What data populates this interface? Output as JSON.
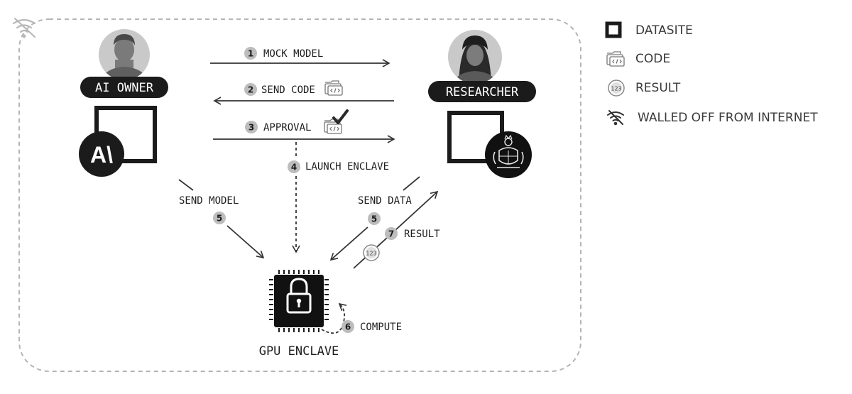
{
  "actors": {
    "owner_label": "AI OWNER",
    "owner_logo": "A\\",
    "researcher_label": "RESEARCHER"
  },
  "enclave": {
    "label": "GPU ENCLAVE"
  },
  "steps": {
    "mock_model": {
      "num": "1",
      "label": "MOCK MODEL"
    },
    "send_code": {
      "num": "2",
      "label": "SEND CODE"
    },
    "approval": {
      "num": "3",
      "label": "APPROVAL"
    },
    "launch_enclave": {
      "num": "4",
      "label": "LAUNCH ENCLAVE"
    },
    "send_model": {
      "num": "5",
      "label": "SEND MODEL"
    },
    "send_data": {
      "num": "5",
      "label": "SEND DATA"
    },
    "compute": {
      "num": "6",
      "label": "COMPUTE"
    },
    "result": {
      "num": "7",
      "label": "RESULT"
    }
  },
  "result_badge": "123",
  "legend": {
    "datasite": "DATASITE",
    "code": "CODE",
    "result": "RESULT",
    "walled": "WALLED OFF FROM INTERNET"
  },
  "icons": [
    "no-wifi-icon",
    "datasite-icon",
    "code-folder-icon",
    "result-badge-icon",
    "checkmark-icon",
    "padlock-icon",
    "crest-icon"
  ]
}
